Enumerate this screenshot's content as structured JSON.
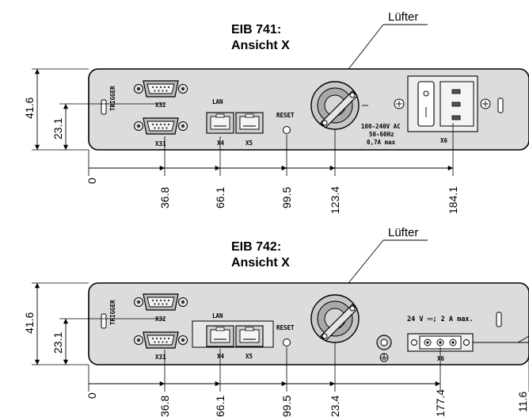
{
  "top": {
    "title_line1": "EIB 741:",
    "title_line2": "Ansicht X",
    "fan_callout": "Lüfter",
    "labels": {
      "trigger": "TRIGGER",
      "x32": "X32",
      "x31": "X31",
      "lan": "LAN",
      "x4": "X4",
      "x5": "X5",
      "reset": "RESET",
      "power_line1": "100-240V AC",
      "power_line2": "50-60Hz",
      "power_line3": "0,7A max",
      "x6": "X6"
    },
    "dims": {
      "height_total": "41.6",
      "height_mid": "23.1",
      "h0": "0",
      "h1": "36.8",
      "h2": "66.1",
      "h3": "99.5",
      "h4": "123.4",
      "h5": "184.1"
    }
  },
  "bottom": {
    "title_line1": "EIB 742:",
    "title_line2": "Ansicht X",
    "fan_callout": "Lüfter",
    "labels": {
      "trigger": "TRIGGER",
      "x32": "X32",
      "x31": "X31",
      "lan": "LAN",
      "x4": "X4",
      "x5": "X5",
      "reset": "RESET",
      "power": "24 V ⎓; 2 A max.",
      "x6": "X6"
    },
    "dims": {
      "height_total": "41.6",
      "height_mid": "23.1",
      "h0": "0",
      "h1": "36.8",
      "h2": "66.1",
      "h3": "99.5",
      "h4": "23.4",
      "h5": "177.4",
      "h6": "11.6"
    }
  }
}
